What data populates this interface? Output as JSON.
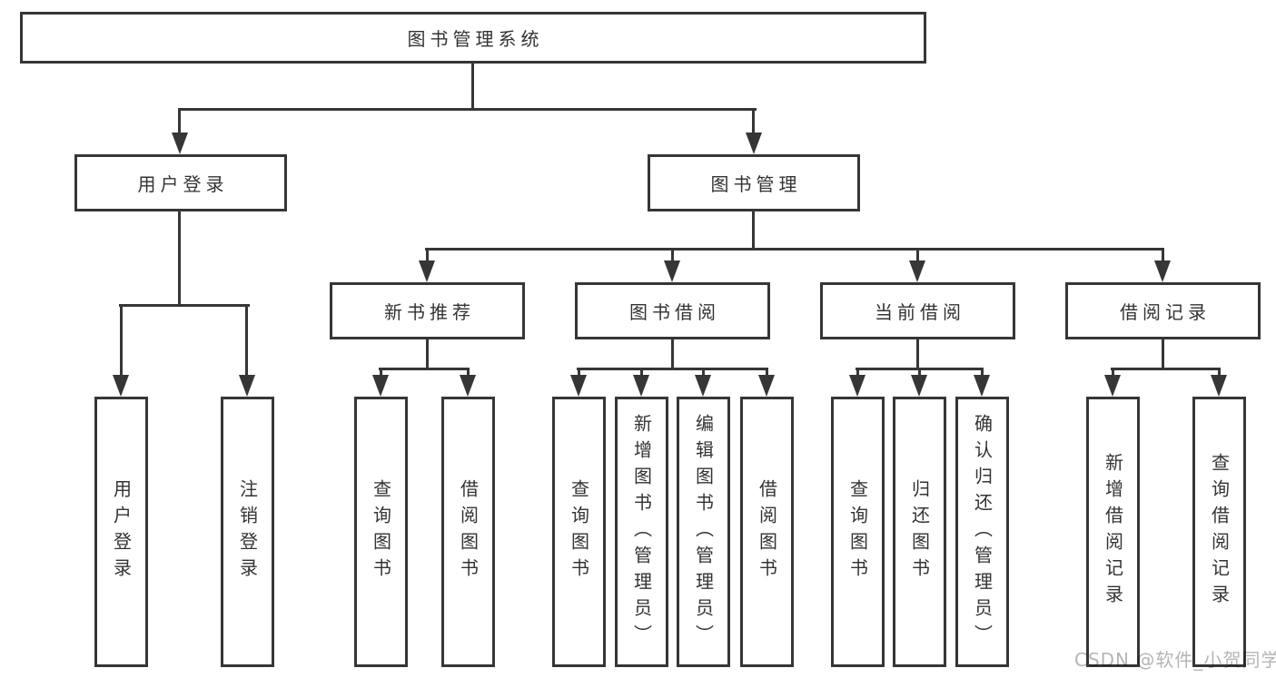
{
  "title": {
    "label": "图书管理系统"
  },
  "level2": {
    "user": {
      "label": "用户登录"
    },
    "mgmt": {
      "label": "图书管理"
    }
  },
  "user_children": [
    {
      "label": "用户登录"
    },
    {
      "label": "注销登录"
    }
  ],
  "sections": [
    {
      "label": "新书推荐",
      "children": [
        {
          "label": "查询图书"
        },
        {
          "label": "借阅图书"
        }
      ]
    },
    {
      "label": "图书借阅",
      "children": [
        {
          "label": "查询图书"
        },
        {
          "label": "新增图书（管理员）"
        },
        {
          "label": "编辑图书（管理员）"
        },
        {
          "label": "借阅图书"
        }
      ]
    },
    {
      "label": "当前借阅",
      "children": [
        {
          "label": "查询图书"
        },
        {
          "label": "归还图书"
        },
        {
          "label": "确认归还（管理员）"
        }
      ]
    },
    {
      "label": "借阅记录",
      "children": [
        {
          "label": "新增借阅记录"
        },
        {
          "label": "查询借阅记录"
        }
      ]
    }
  ],
  "watermark": {
    "text": "CSDN @软件_小贺同学"
  },
  "colors": {
    "line": "#363636",
    "text": "#333333",
    "watermark": "#b5b5b5",
    "background": "#ffffff"
  },
  "icons": {
    "arrowhead": "triangle-down"
  }
}
